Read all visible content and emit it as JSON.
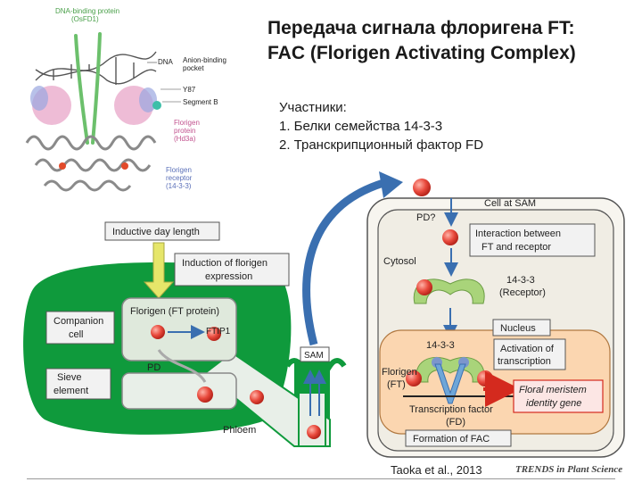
{
  "title_line1": "Передача сигнала флоригена FT:",
  "title_line2": "FAC (Florigen Activating Complex)",
  "members_heading": "Участники:",
  "member_1": "1. Белки семейства 14-3-3",
  "member_2": "2. Транскрипционный фактор FD",
  "structure": {
    "dna_binding_protein": "DNA-binding protein",
    "dna_binding_protein_id": "(OsFD1)",
    "dna": "DNA",
    "anion_pocket_1": "Anion-binding",
    "anion_pocket_2": "pocket",
    "y87": "Y87",
    "segment_b": "Segment B",
    "florigen_protein_1": "Florigen",
    "florigen_protein_2": "protein",
    "florigen_protein_3": "(Hd3a)",
    "florigen_receptor_1": "Florigen",
    "florigen_receptor_2": "receptor",
    "florigen_receptor_3": "(14-3-3)"
  },
  "leaf": {
    "inductive": "Inductive day length",
    "induction_1": "Induction of florigen",
    "induction_2": "expression",
    "companion_1": "Companion",
    "companion_2": "cell",
    "florigen_ft": "Florigen (FT protein)",
    "ftip1": "FTIP1",
    "pd": "PD",
    "sieve_1": "Sieve",
    "sieve_2": "element",
    "phloem": "Phloem",
    "sam": "SAM"
  },
  "cell": {
    "cell_at_sam": "Cell at SAM",
    "pd_q": "PD?",
    "interaction_1": "Interaction between",
    "interaction_2": "FT and receptor",
    "cytosol": "Cytosol",
    "receptor_1": "14-3-3",
    "receptor_2": "(Receptor)",
    "nucleus": "Nucleus",
    "nuc_1433": "14-3-3",
    "activation_1": "Activation of",
    "activation_2": "transcription",
    "florigen_1": "Florigen",
    "florigen_2": "(FT)",
    "floral_1": "Floral meristem",
    "floral_2": "identity gene",
    "tf_1": "Transcription factor",
    "tf_2": "(FD)",
    "formation": "Formation of FAC"
  },
  "citation": "Taoka et al., 2013",
  "journal": "TRENDS in Plant Science",
  "colors": {
    "leaf_green": "#0f9a3c",
    "accent_blue": "#3a6fb0",
    "ft_red": "#e0453a",
    "receptor_green": "#a9d47a",
    "nucleus_fill": "#fbd6b0",
    "cell_fill": "#f0ede4"
  }
}
